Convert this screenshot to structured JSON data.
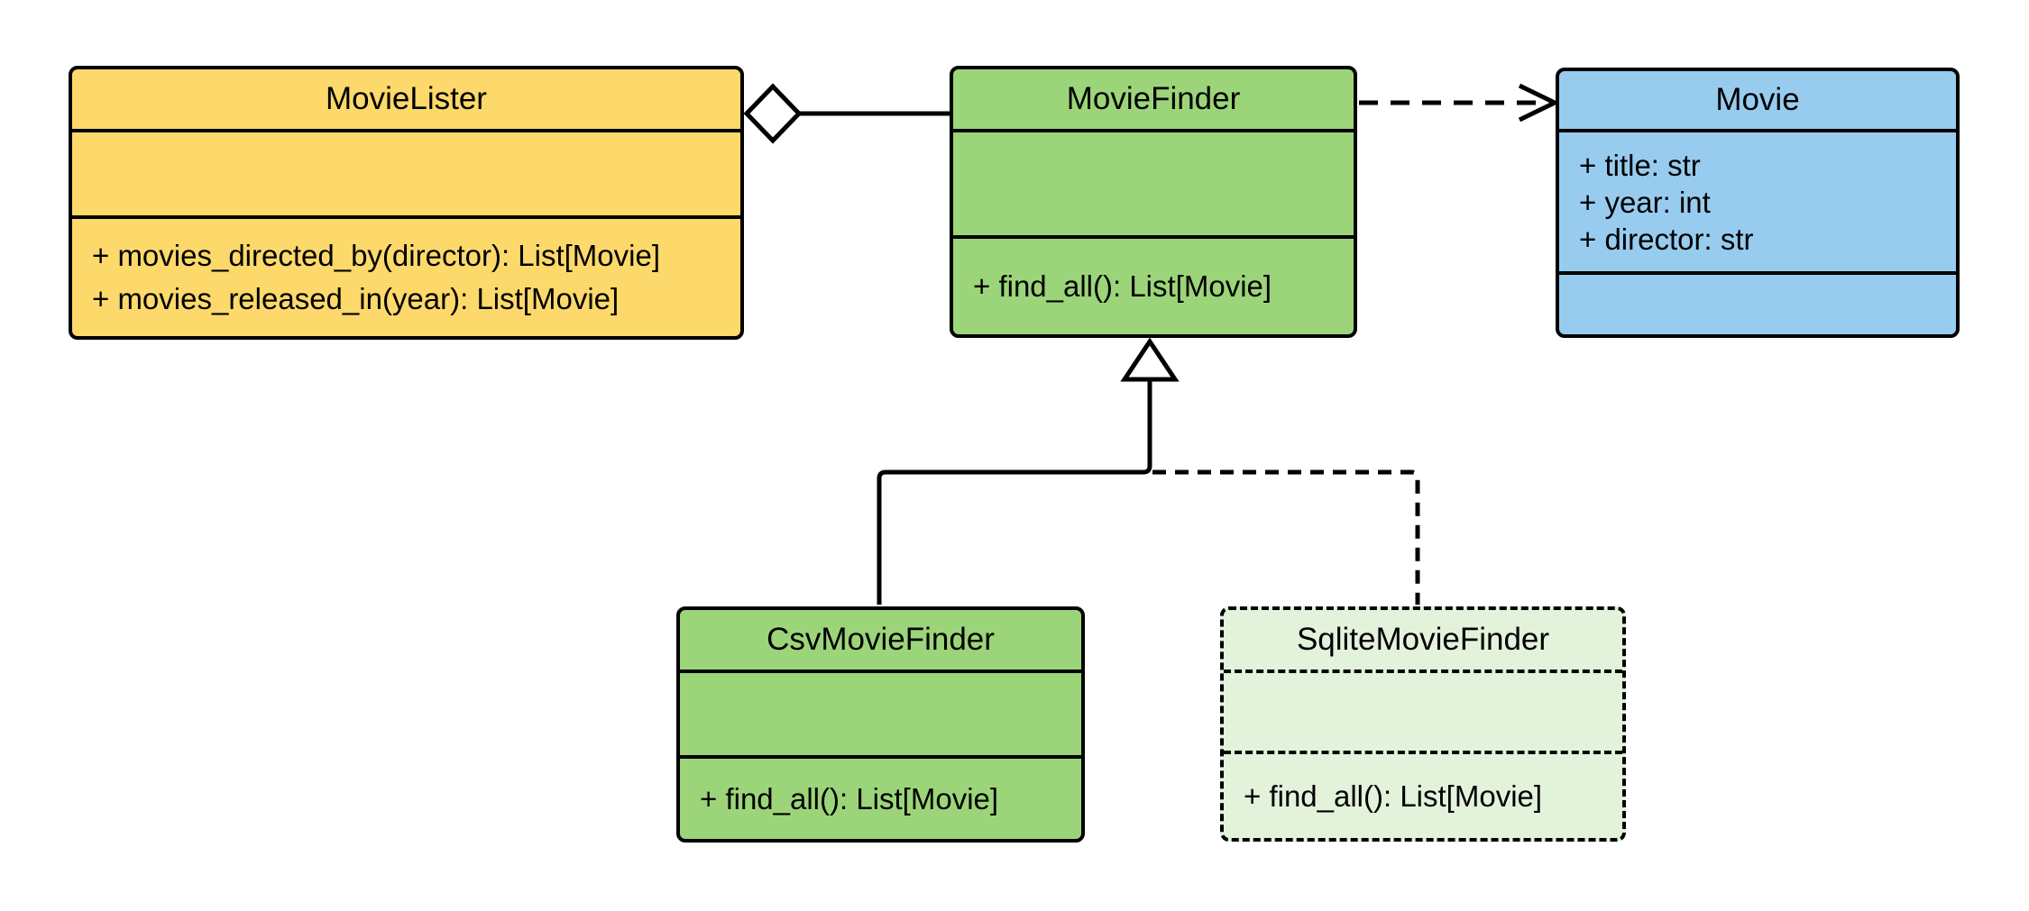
{
  "diagram_type": "UML class diagram",
  "colors": {
    "background": "#FFFFFF",
    "line": "#000000",
    "movielister_fill": "#FCD96A",
    "moviefinder_fill": "#9CD579",
    "movie_fill": "#97CCEF",
    "csvmoviefinder_fill": "#9CD579",
    "sqlitemoviefinder_fill": "#E3F2DB"
  },
  "classes": [
    {
      "name": "MovieLister",
      "attributes": [],
      "methods": [
        "+ movies_directed_by(director): List[Movie]",
        "+ movies_released_in(year): List[Movie]"
      ],
      "border_style": "solid"
    },
    {
      "name": "MovieFinder",
      "attributes": [],
      "methods": [
        "+ find_all(): List[Movie]"
      ],
      "border_style": "solid"
    },
    {
      "name": "Movie",
      "attributes": [
        "+ title: str",
        "+ year: int",
        "+ director: str"
      ],
      "methods": [],
      "border_style": "solid"
    },
    {
      "name": "CsvMovieFinder",
      "attributes": [],
      "methods": [
        "+ find_all(): List[Movie]"
      ],
      "border_style": "solid"
    },
    {
      "name": "SqliteMovieFinder",
      "attributes": [],
      "methods": [
        "+ find_all(): List[Movie]"
      ],
      "border_style": "dashed"
    }
  ],
  "relationships": [
    {
      "type": "aggregation",
      "source": "MovieLister",
      "target": "MovieFinder",
      "line_style": "solid",
      "marker": "hollow-diamond-at-source"
    },
    {
      "type": "dependency",
      "source": "MovieFinder",
      "target": "Movie",
      "line_style": "dashed",
      "marker": "open-arrow-at-target"
    },
    {
      "type": "generalization",
      "source": "CsvMovieFinder",
      "target": "MovieFinder",
      "line_style": "solid",
      "marker": "hollow-triangle-at-target"
    },
    {
      "type": "generalization",
      "source": "SqliteMovieFinder",
      "target": "MovieFinder",
      "line_style": "dashed",
      "marker": "hollow-triangle-at-target"
    }
  ]
}
